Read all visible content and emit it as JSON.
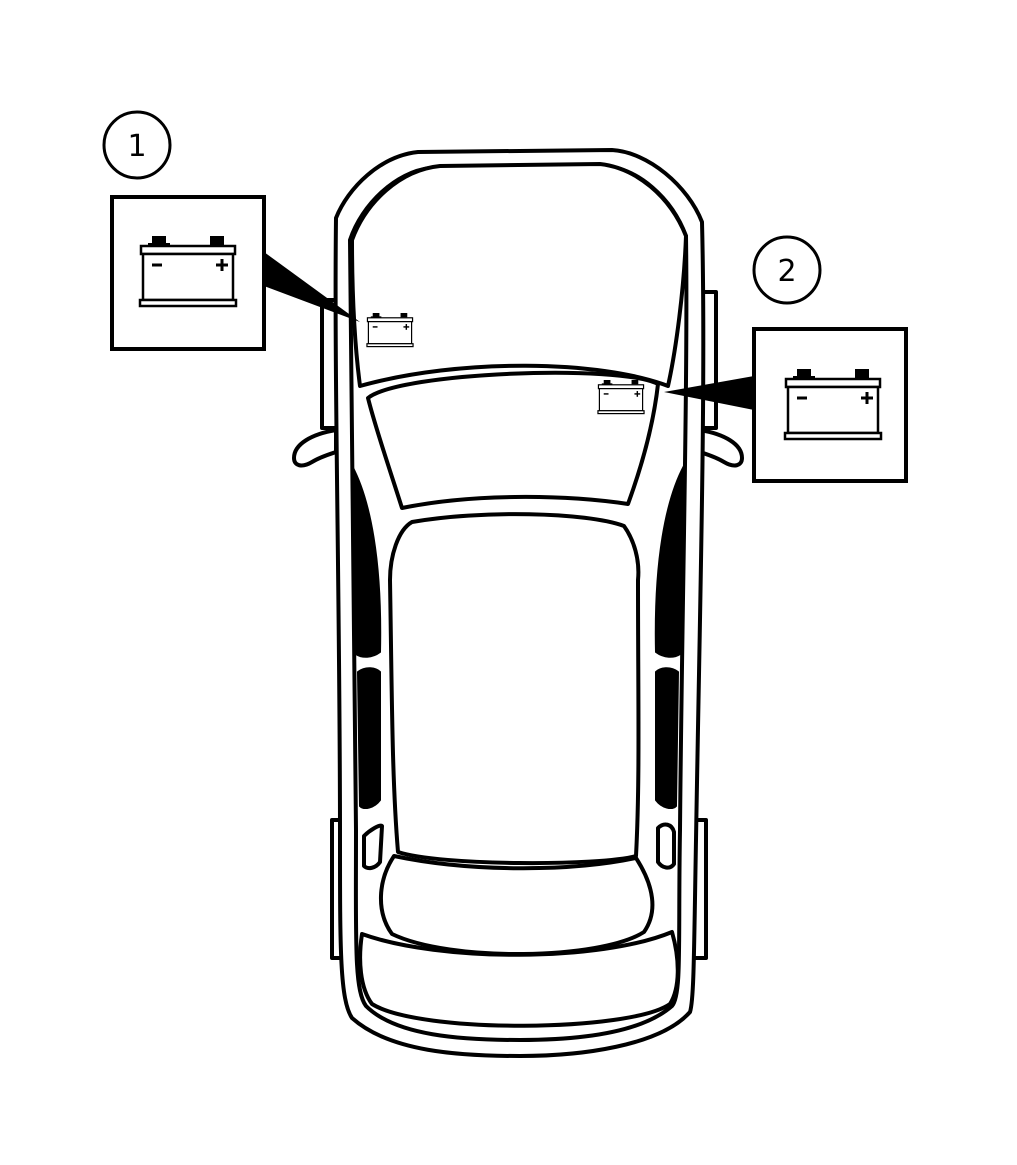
{
  "callouts": [
    {
      "number": "1",
      "icon": "car-battery-icon",
      "location": "engine-compartment-left"
    },
    {
      "number": "2",
      "icon": "car-battery-icon",
      "location": "under-windshield-right"
    }
  ],
  "battery_icon": {
    "minus": "−",
    "plus": "+"
  },
  "colors": {
    "stroke": "#000000",
    "background": "#ffffff"
  }
}
